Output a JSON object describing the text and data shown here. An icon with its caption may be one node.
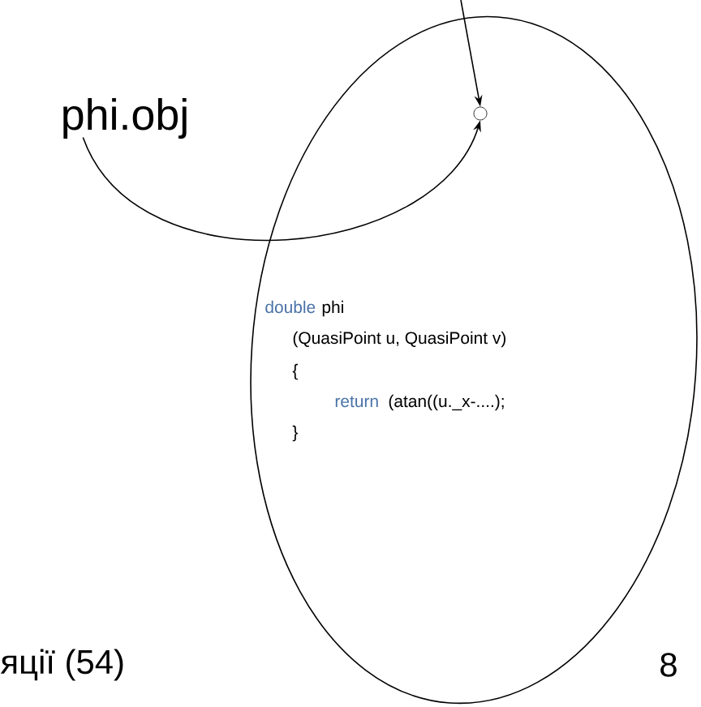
{
  "diagram": {
    "nodes": [
      {
        "text": [
          "phi.obj"
        ]
      },
      {
        "text": [
          "double",
          "phi",
          "(QuasiPoint u, QuasiPoint v)",
          "{",
          "return",
          "(atan((u._x-....);",
          "}"
        ]
      },
      {
        "text": [],
        "shape": "circle",
        "in": 1
      }
    ],
    "edges": [
      {
        "from": null,
        "to": 2,
        "arrow": "to"
      },
      {
        "from": 0,
        "to": 2,
        "arrow": "to"
      }
    ],
    "labels": [
      "яції (54)",
      "8"
    ]
  }
}
